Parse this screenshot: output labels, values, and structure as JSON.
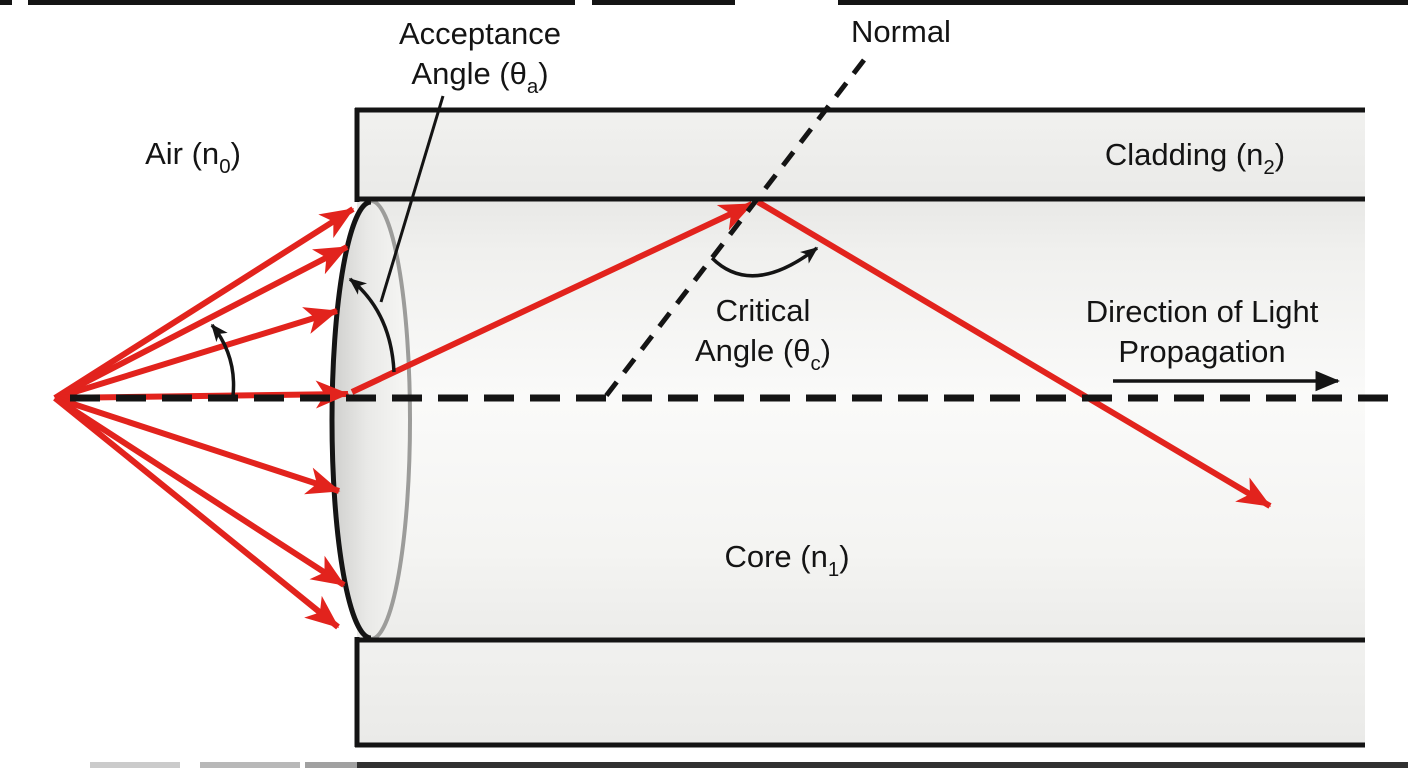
{
  "diagram": {
    "type": "optical-fiber-acceptance-angle-diagram",
    "labels": {
      "acceptance_angle": {
        "line1": "Acceptance",
        "line2_pre": "Angle (θ",
        "line2_sub": "a",
        "line2_post": ")"
      },
      "normal": "Normal",
      "air": {
        "pre": "Air (n",
        "sub": "0",
        "post": ")"
      },
      "cladding": {
        "pre": "Cladding (n",
        "sub": "2",
        "post": ")"
      },
      "critical_angle": {
        "line1": "Critical",
        "line2_pre": "Angle (θ",
        "line2_sub": "c",
        "line2_post": ")"
      },
      "direction_of_light": {
        "line1": "Direction of Light",
        "line2": "Propagation"
      },
      "core": {
        "pre": "Core (n",
        "sub": "1",
        "post": ")"
      }
    },
    "colors": {
      "ray_red": "#e2231d",
      "outline_black": "#141414",
      "cladding_fill": "#efefed",
      "core_fill_light": "#fafaf9",
      "face_rim_gray": "#9c9c9a",
      "background": "#ffffff"
    }
  }
}
